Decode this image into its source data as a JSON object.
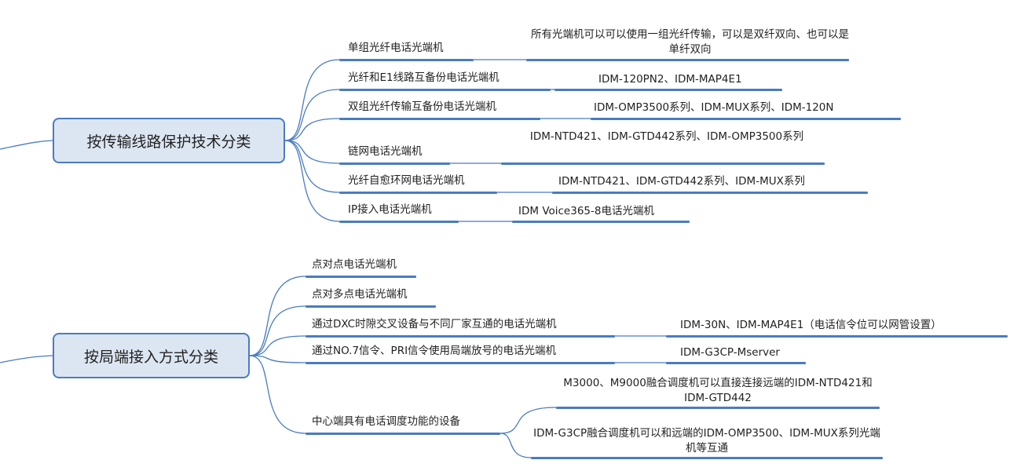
{
  "colors": {
    "line": "#4a7cc0",
    "node_fill": "#dce6f2",
    "node_border": "#4a7cc0"
  },
  "groups": [
    {
      "title": "按传输线路保护技术分类",
      "items": [
        {
          "label": "单组光纤电话光端机",
          "detail": "所有光端机可以可以使用一组光纤传输，可以是双纤双向、也可以是单纤双向"
        },
        {
          "label": "光纤和E1线路互备份电话光端机",
          "detail": "IDM-120PN2、IDM-MAP4E1"
        },
        {
          "label": "双组光纤传输互备份电话光端机",
          "detail": "IDM-OMP3500系列、IDM-MUX系列、IDM-120N"
        },
        {
          "label": "链网电话光端机",
          "detail": "IDM-NTD421、IDM-GTD442系列、IDM-OMP3500系列"
        },
        {
          "label": "光纤自愈环网电话光端机",
          "detail": "IDM-NTD421、IDM-GTD442系列、IDM-MUX系列"
        },
        {
          "label": "IP接入电话光端机",
          "detail": "IDM Voice365-8电话光端机"
        }
      ]
    },
    {
      "title": "按局端接入方式分类",
      "items": [
        {
          "label": "点对点电话光端机"
        },
        {
          "label": "点对多点电话光端机"
        },
        {
          "label": "通过DXC时隙交叉设备与不同厂家互通的电话光端机",
          "detail": "IDM-30N、IDM-MAP4E1（电话信令位可以网管设置）"
        },
        {
          "label": "通过NO.7信令、PRI信令使用局端放号的电话光端机",
          "detail": "IDM-G3CP-Mserver"
        },
        {
          "label": "中心端具有电话调度功能的设备",
          "details": [
            "M3000、M9000融合调度机可以直接连接远端的IDM-NTD421和IDM-GTD442",
            "IDM-G3CP融合调度机可以和远端的IDM-OMP3500、IDM-MUX系列光端机等互通"
          ]
        }
      ]
    }
  ]
}
